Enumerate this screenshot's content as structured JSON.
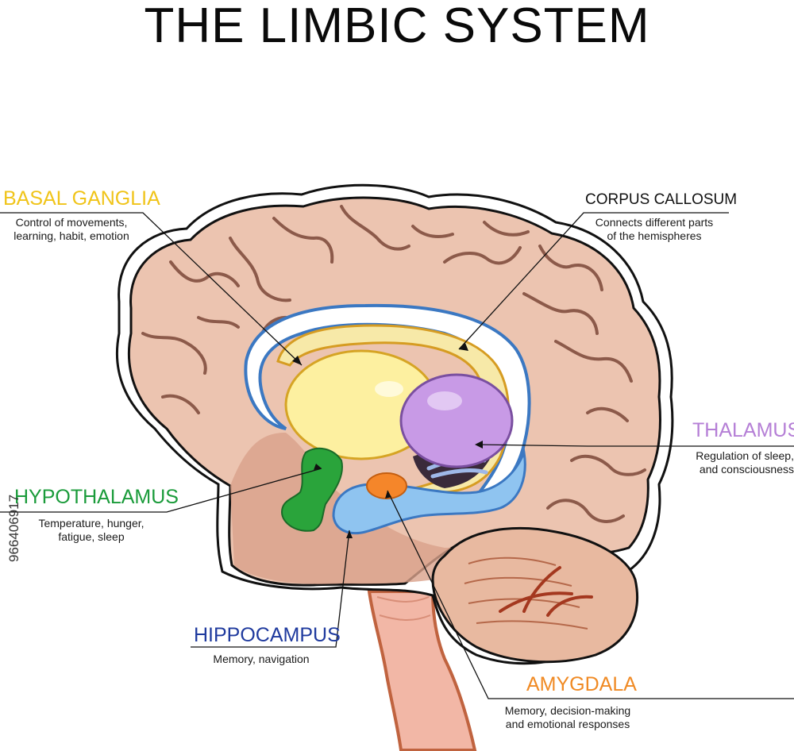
{
  "title": "THE LIMBIC SYSTEM",
  "labels": {
    "basal_ganglia": {
      "name": "BASAL GANGLIA",
      "desc": [
        "Control of movements,",
        "learning, habit, emotion"
      ],
      "color": "#f0c419"
    },
    "corpus_callosum": {
      "name": "CORPUS CALLOSUM",
      "desc": [
        "Connects different parts",
        "of the hemispheres"
      ],
      "color": "#111111"
    },
    "thalamus": {
      "name": "THALAMUS",
      "desc": [
        "Regulation of sleep,",
        "and consciousness"
      ],
      "color": "#b57fd6"
    },
    "hypothalamus": {
      "name": "HYPOTHALAMUS",
      "desc": [
        "Temperature, hunger,",
        "fatigue, sleep"
      ],
      "color": "#1a9b3a"
    },
    "hippocampus": {
      "name": "HIPPOCAMPUS",
      "desc": [
        "Memory, navigation"
      ],
      "color": "#1f3a9e"
    },
    "amygdala": {
      "name": "AMYGDALA",
      "desc": [
        "Memory, decision-making",
        "and emotional responses"
      ],
      "color": "#f08a24"
    }
  },
  "image_id": "966406917",
  "colors": {
    "cortex": "#ecc4b0",
    "cortex_dark": "#c99a85",
    "sulci": "#8c5a4a",
    "basal_ganglia_fill": "#fdf0a0",
    "thalamus_fill": "#c89ae6",
    "corpus_callosum_fill": "#f7e9a8",
    "hippocampus_fill": "#8fc4f0",
    "hypothalamus_fill": "#2aa43b",
    "amygdala_fill": "#f5862a",
    "cerebellum": "#e8b9a0",
    "brainstem": "#f2b7a6"
  }
}
